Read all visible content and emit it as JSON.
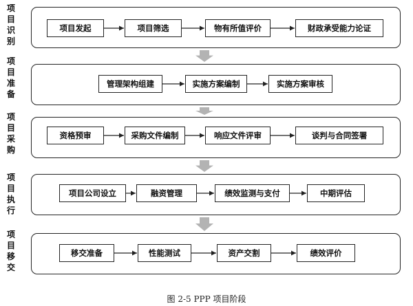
{
  "stages": [
    {
      "label": [
        "项",
        "目",
        "识",
        "别"
      ],
      "steps": [
        "项目发起",
        "项目筛选",
        "物有所值评价",
        "财政承受能力论证"
      ]
    },
    {
      "label": [
        "项",
        "目",
        "准",
        "备"
      ],
      "steps": [
        "管理架构组建",
        "实施方案编制",
        "实施方案审核"
      ]
    },
    {
      "label": [
        "项",
        "目",
        "采",
        "购"
      ],
      "steps": [
        "资格预审",
        "采购文件编制",
        "响应文件评审",
        "谈判与合同签署"
      ]
    },
    {
      "label": [
        "项",
        "目",
        "执",
        "行"
      ],
      "steps": [
        "项目公司设立",
        "融资管理",
        "绩效监测与支付",
        "中期评估"
      ]
    },
    {
      "label": [
        "项",
        "目",
        "移",
        "交"
      ],
      "steps": [
        "移交准备",
        "性能测试",
        "资产交割",
        "绩效评价"
      ]
    }
  ],
  "caption": "图 2-5 PPP 项目阶段",
  "colors": {
    "arrow_gray": "#b3b3b3",
    "line": "#222222"
  }
}
